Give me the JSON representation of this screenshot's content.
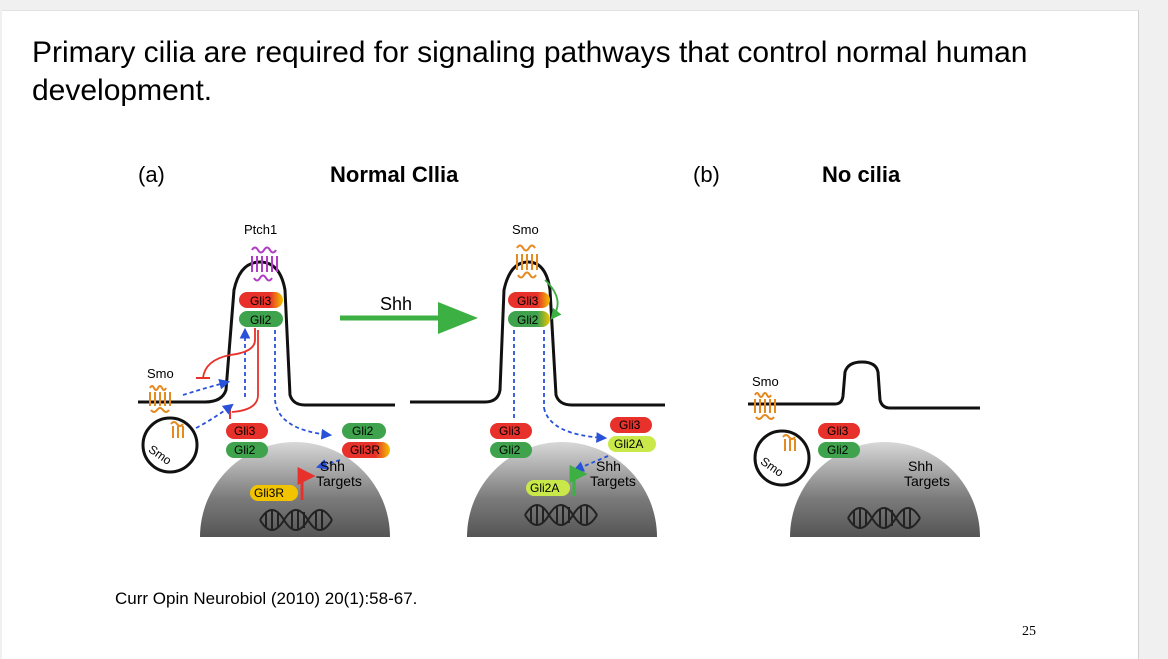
{
  "slide": {
    "title": "Primary cilia are required for signaling pathways that control normal human development.",
    "citation": "Curr Opin Neurobiol (2010) 20(1):58-67.",
    "page_number": "25"
  },
  "figure": {
    "panel_a": {
      "letter": "(a)",
      "heading": "Normal Cllia",
      "left_cell": {
        "ptch1": "Ptch1",
        "smo": "Smo",
        "smo_vesicle": "Smo",
        "cilium_gli3": "Gli3",
        "cilium_gli2": "Gli2",
        "cyto_gli3": "Gli3",
        "cyto_gli2": "Gli2",
        "out_gli2": "Gli2",
        "out_gli3r": "Gli3R",
        "targets_line1": "Shh",
        "targets_line2": "Targets",
        "nucleus_gli3r": "Gli3R"
      },
      "shh_arrow_label": "Shh",
      "right_cell": {
        "smo": "Smo",
        "cilium_gli3": "Gli3",
        "cilium_gli2": "Gli2",
        "cyto_gli3": "Gli3",
        "cyto_gli2": "Gli2",
        "out_gli3": "Gli3",
        "out_gli2a": "Gli2A",
        "targets_line1": "Shh",
        "targets_line2": "Targets",
        "nucleus_gli2a": "Gli2A"
      }
    },
    "panel_b": {
      "letter": "(b)",
      "heading": "No cilia",
      "cell": {
        "smo": "Smo",
        "smo_vesicle": "Smo",
        "gli3": "Gli3",
        "gli2": "Gli2",
        "targets_line1": "Shh",
        "targets_line2": "Targets"
      }
    },
    "colors": {
      "gli3": "#e8312a",
      "gli2": "#3fa34d",
      "gli3r": "#f2c400",
      "gli2a": "#c9e84a",
      "arrow_blue": "#2a52d8",
      "shh_arrow": "#3cb043",
      "ptch1": "#b03cc4",
      "smo": "#e58a1f"
    }
  }
}
